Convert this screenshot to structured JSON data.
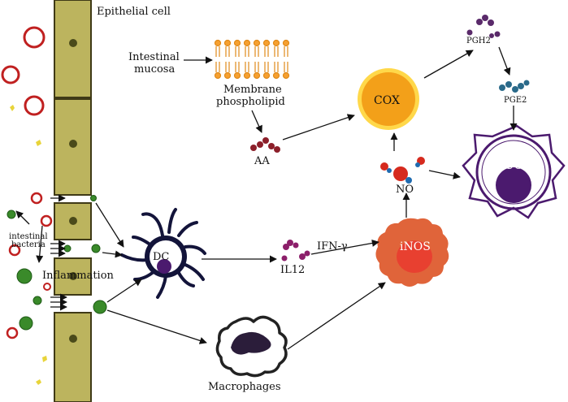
{
  "labels": {
    "epithelial": "Epithelial cell",
    "mucosa1": "Intestinal",
    "mucosa2": "mucosa",
    "membrane1": "Membrane",
    "membrane2": "phospholipid",
    "aa": "AA",
    "cox": "COX",
    "pgh2": "PGH2",
    "pge2": "PGE2",
    "uc": "UC",
    "no": "NO",
    "inos": "iNOS",
    "ifn": "IFN-γ",
    "il12": "IL12",
    "dc": "DC",
    "bact1": "intestinal",
    "bact2": "bacteria",
    "inflammation": "Inflammation",
    "macrophages": "Macrophages"
  },
  "colors": {
    "epithelium": "#bcb45e",
    "epithelium_border": "#3f3a17",
    "cox": "#f3a019",
    "cox_border": "#ffd84a",
    "inos": "#e0643a",
    "uc_nucleus": "#4b1a6e",
    "dc": "#13143a",
    "bacteria": "#3a8a2a",
    "ring": "#c02020",
    "aa": "#8c1f2a",
    "pgh2": "#5a2a6a",
    "pge2": "#2a6a8a"
  },
  "icons": [
    "epithelial-cell",
    "membrane-bilayer",
    "cox-enzyme",
    "inos-cell",
    "uc-cell",
    "dendritic-cell",
    "macrophage-cell",
    "bacteria"
  ]
}
